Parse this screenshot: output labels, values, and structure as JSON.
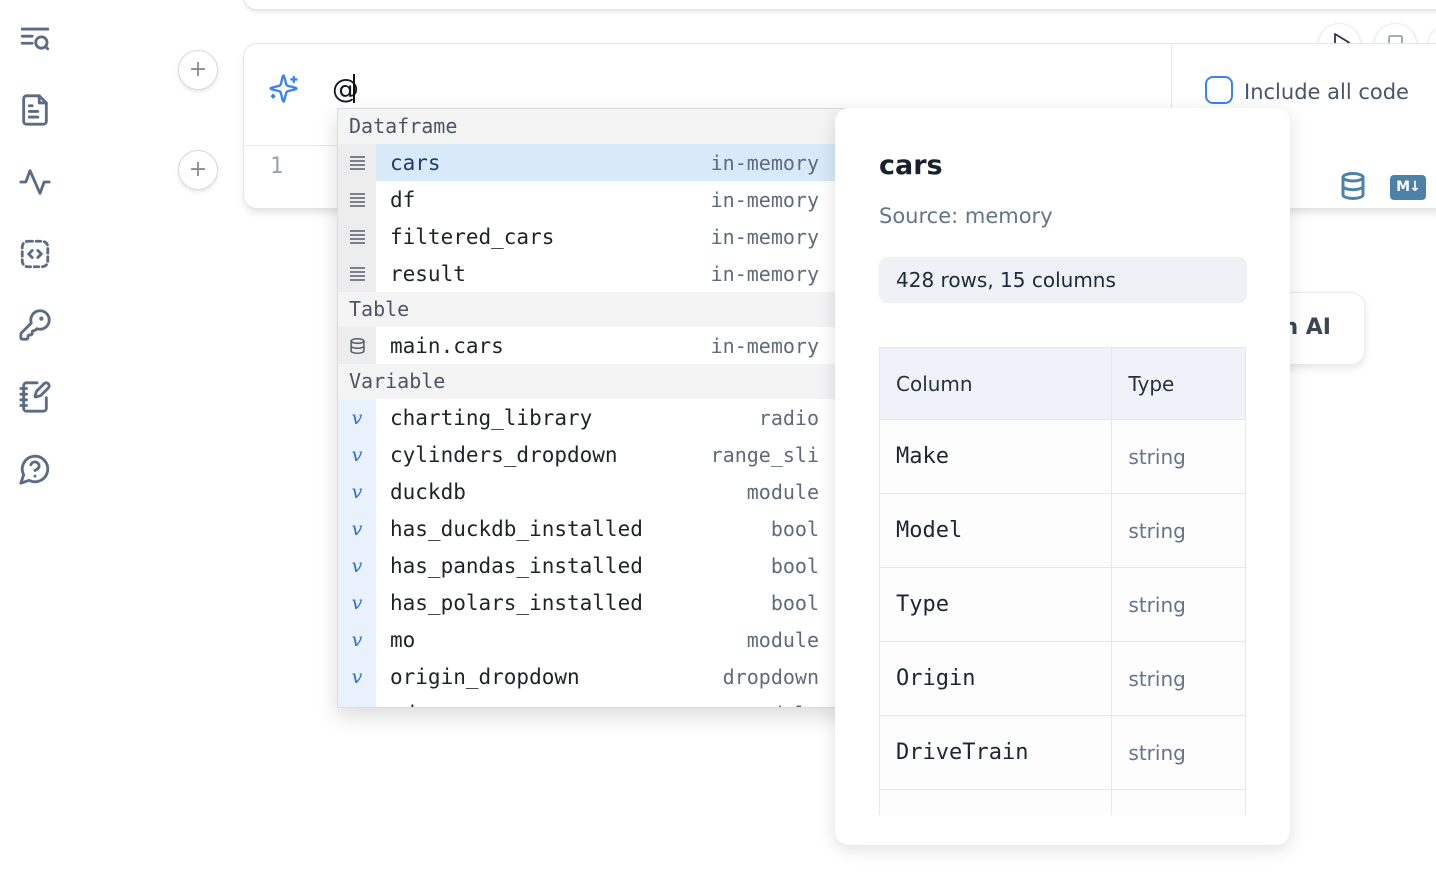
{
  "sidebar": {
    "items": [
      {
        "icon": "toc-search-icon"
      },
      {
        "icon": "file-text-icon"
      },
      {
        "icon": "activity-icon"
      },
      {
        "icon": "snippets-code-icon"
      },
      {
        "icon": "key-icon"
      },
      {
        "icon": "scratchpad-icon"
      },
      {
        "icon": "help-bubble-icon"
      }
    ]
  },
  "cell": {
    "ai_prompt_value": "@",
    "include_all_code_label": "Include all code",
    "line_number": "1",
    "markdown_badge_label": "M↓"
  },
  "toolbar": {
    "generate_ai_label": "Generate with AI"
  },
  "autocomplete": {
    "sections": [
      {
        "label": "Dataframe",
        "gutter": "gray",
        "icon": "dataframe-icon",
        "items": [
          {
            "name": "cars",
            "type": "in-memory",
            "selected": true
          },
          {
            "name": "df",
            "type": "in-memory",
            "selected": false
          },
          {
            "name": "filtered_cars",
            "type": "in-memory",
            "selected": false
          },
          {
            "name": "result",
            "type": "in-memory",
            "selected": false
          }
        ]
      },
      {
        "label": "Table",
        "gutter": "gray",
        "icon": "database-icon",
        "items": [
          {
            "name": "main.cars",
            "type": "in-memory",
            "selected": false
          }
        ]
      },
      {
        "label": "Variable",
        "gutter": "blue",
        "icon": "variable-icon",
        "items": [
          {
            "name": "charting_library",
            "type": "radio",
            "selected": false
          },
          {
            "name": "cylinders_dropdown",
            "type": "range_sli",
            "selected": false
          },
          {
            "name": "duckdb",
            "type": "module",
            "selected": false
          },
          {
            "name": "has_duckdb_installed",
            "type": "bool",
            "selected": false
          },
          {
            "name": "has_pandas_installed",
            "type": "bool",
            "selected": false
          },
          {
            "name": "has_polars_installed",
            "type": "bool",
            "selected": false
          },
          {
            "name": "mo",
            "type": "module",
            "selected": false
          },
          {
            "name": "origin_dropdown",
            "type": "dropdown",
            "selected": false
          },
          {
            "name": "pd",
            "type": "module",
            "selected": false
          }
        ]
      }
    ]
  },
  "preview_panel": {
    "title": "cars",
    "source": "Source: memory",
    "shape_badge": "428 rows, 15 columns",
    "table": {
      "headers": [
        "Column",
        "Type"
      ],
      "rows": [
        [
          "Make",
          "string"
        ],
        [
          "Model",
          "string"
        ],
        [
          "Type",
          "string"
        ],
        [
          "Origin",
          "string"
        ],
        [
          "DriveTrain",
          "string"
        ]
      ]
    }
  },
  "colors": {
    "accent_blue": "#3b82f6",
    "selection_blue": "#d8e9fa",
    "steel_blue": "#4e81a8",
    "sidebar_icon": "#5b6b85"
  }
}
